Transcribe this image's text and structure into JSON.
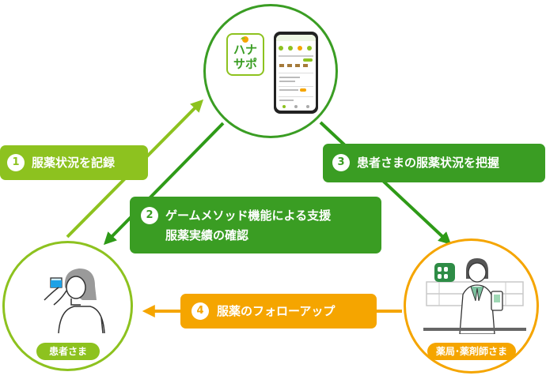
{
  "colors": {
    "green_light": "#8dc21f",
    "green": "#3a9d23",
    "green_dark": "#2e9a17",
    "orange": "#f5a500"
  },
  "logo": {
    "line1": "ハナ",
    "line2": "サポ"
  },
  "nodes": {
    "patient": {
      "label": "患者さま"
    },
    "pharmacy": {
      "label": "薬局･薬剤師さま"
    }
  },
  "steps": [
    {
      "num": "1",
      "text": "服薬状況を記録"
    },
    {
      "num": "2",
      "text_line1": "ゲームメソッド機能による支援",
      "text_line2": "服薬実績の確認"
    },
    {
      "num": "3",
      "text": "患者さまの服薬状況を把握"
    },
    {
      "num": "4",
      "text": "服薬のフォローアップ"
    }
  ],
  "icons": [
    "leaf-logo-icon",
    "smartphone-app-icon",
    "patient-drinking-icon",
    "pharmacist-icon",
    "arrow-icon"
  ]
}
